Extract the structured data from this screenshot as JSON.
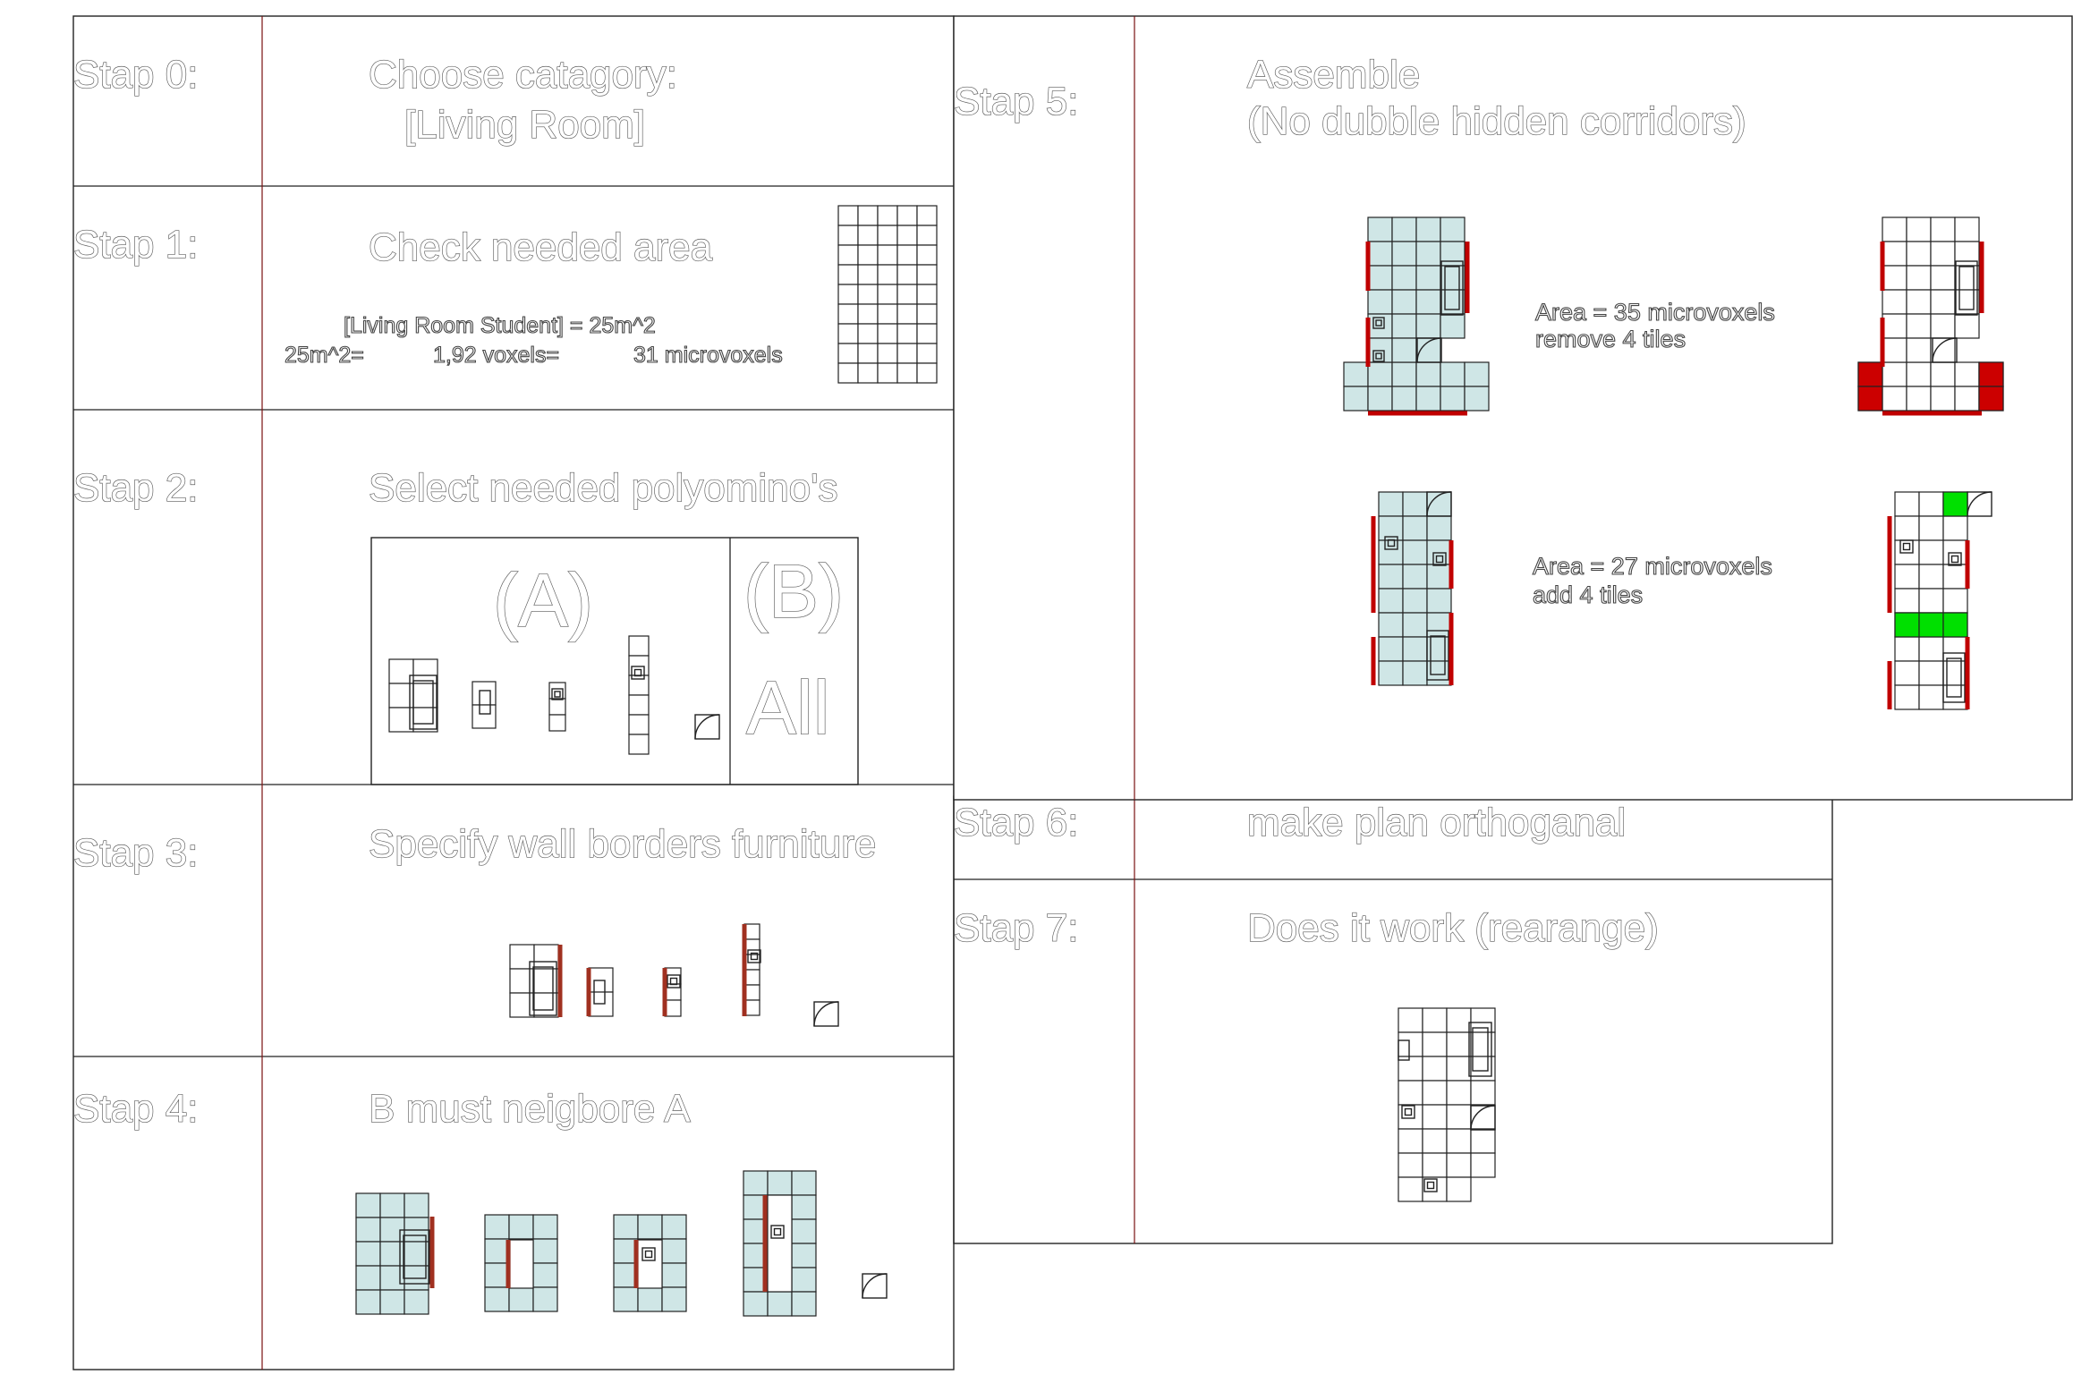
{
  "steps": {
    "s0": {
      "label": "Stap 0:",
      "title1": "Choose catagory:",
      "title2": "[Living Room]"
    },
    "s1": {
      "label": "Stap 1:",
      "title": "Check needed area",
      "line1": "[Living Room Student] = 25m^2",
      "line2a": "25m^2=",
      "line2b": "1,92 voxels=",
      "line2c": "31 microvoxels"
    },
    "s2": {
      "label": "Stap 2:",
      "title": "Select needed polyomino's",
      "groupA": "(A)",
      "groupB": "(B)",
      "all": "All"
    },
    "s3": {
      "label": "Stap 3:",
      "title": "Specify wall borders furniture"
    },
    "s4": {
      "label": "Stap 4:",
      "title": "B must neigbore A"
    },
    "s5": {
      "label": "Stap 5:",
      "title1": "Assemble",
      "title2": "(No dubble hidden corridors)",
      "noteA1": "Area = 35 microvoxels",
      "noteA2": "remove 4 tiles",
      "noteB1": "Area = 27 microvoxels",
      "noteB2": "add 4 tiles"
    },
    "s6": {
      "label": "Stap 6:",
      "title": "make plan orthoganal"
    },
    "s7": {
      "label": "Stap 7:",
      "title": "Does it work (rearange)"
    }
  },
  "colors": {
    "tile_fill": "#cfe6e6",
    "wall": "#c00000",
    "remove": "#cc0000",
    "add": "#00e000",
    "separator": "#7a1010"
  }
}
